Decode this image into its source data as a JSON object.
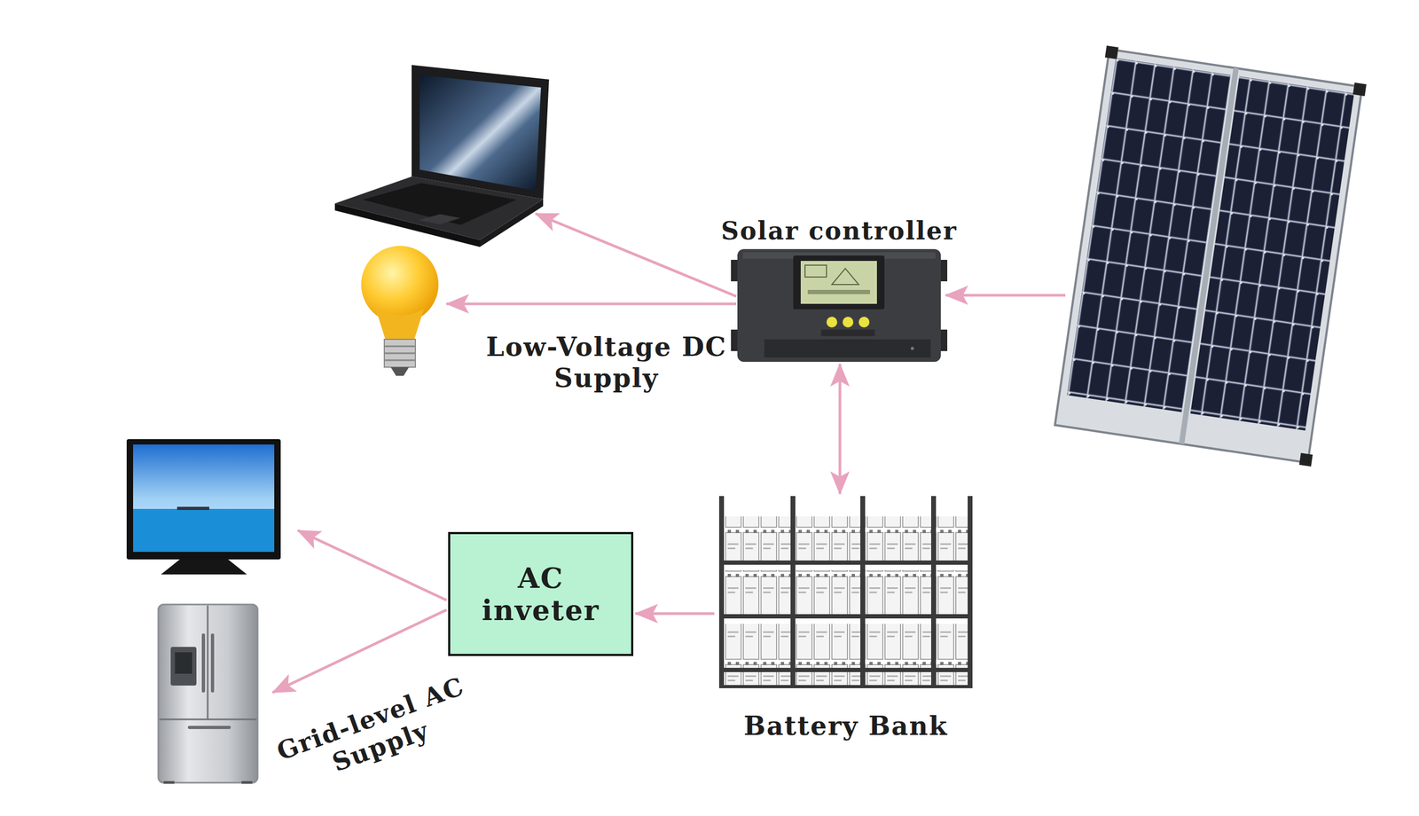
{
  "diagram": {
    "nodes": [
      {
        "text": [
          "Solar controller"
        ]
      },
      {
        "text": [
          "Battery Bank"
        ]
      },
      {
        "text": [
          "AC inveter"
        ]
      }
    ],
    "edges": [
      {
        "from": 0,
        "to": 1,
        "arrow": "both"
      },
      {
        "from": 1,
        "to": 2,
        "arrow": "to"
      }
    ],
    "labels": [
      "Low-Voltage DC Supply",
      "Grid-level AC Supply"
    ]
  }
}
